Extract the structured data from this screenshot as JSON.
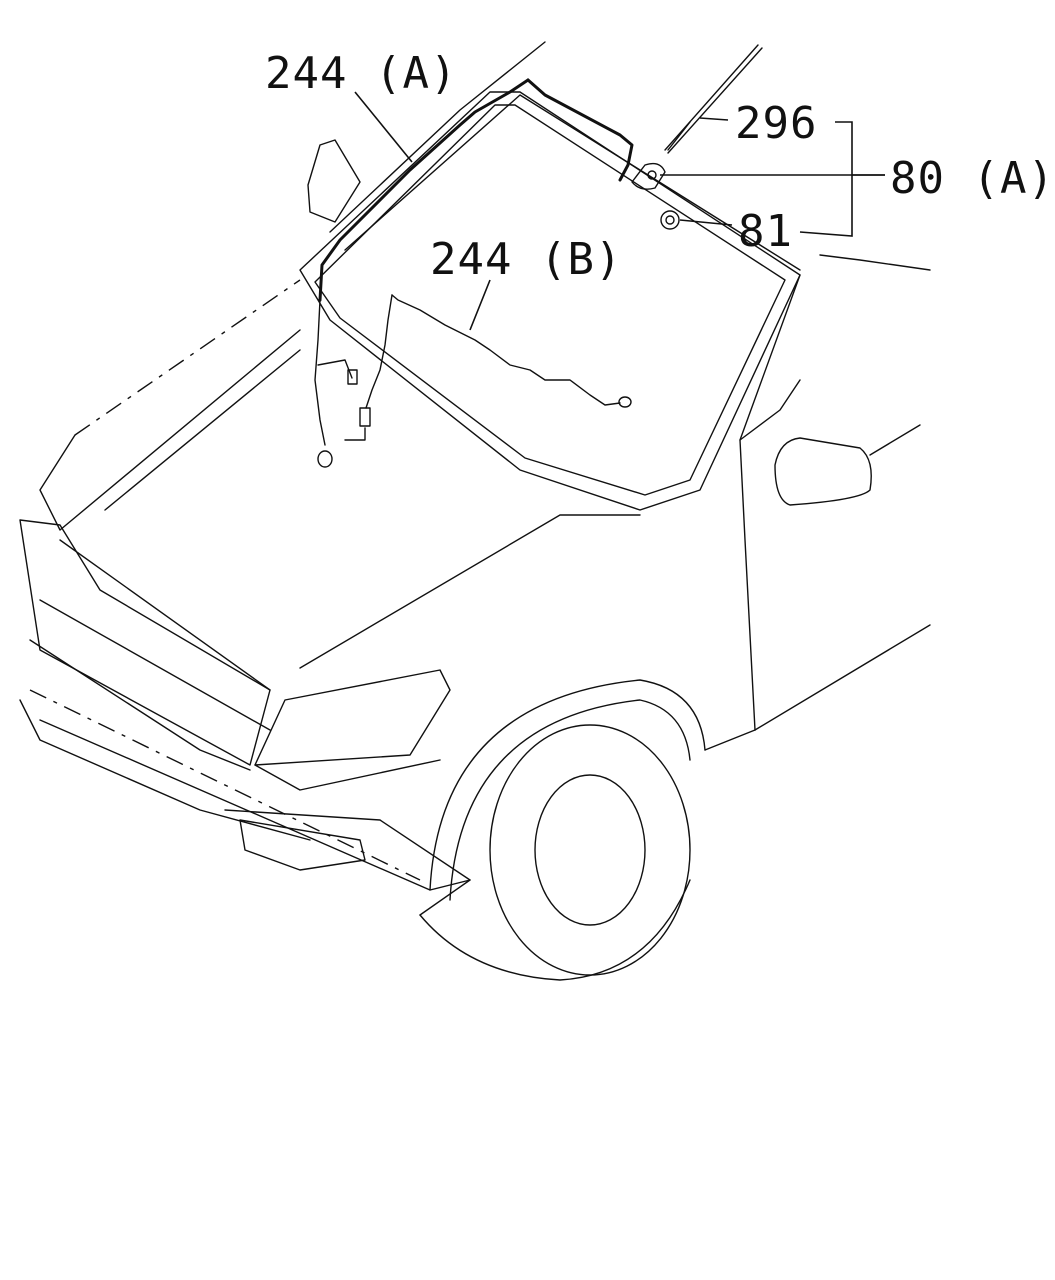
{
  "callouts": {
    "harness_a": "244 (A)",
    "harness_b": "244 (B)",
    "rod": "296",
    "antenna_assembly": "80 (A)",
    "nut": "81"
  }
}
